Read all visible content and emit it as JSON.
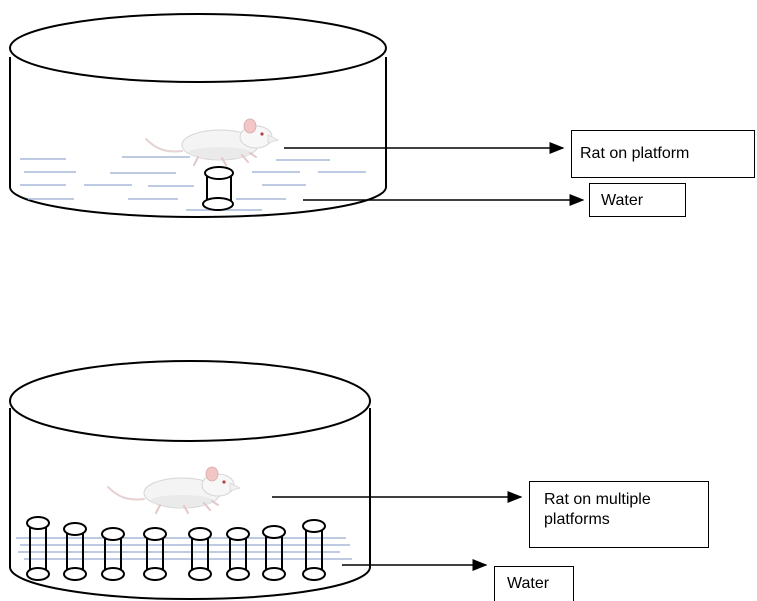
{
  "diagram": {
    "panels": [
      {
        "id": "single",
        "labels": {
          "rat": "Rat on platform",
          "water": "Water"
        }
      },
      {
        "id": "multiple",
        "labels": {
          "rat": "Rat on multiple platforms",
          "water": "Water"
        }
      }
    ],
    "colors": {
      "stroke": "#000000",
      "water_lines": "#a8b8d8",
      "rat_body": "#f4f4f4",
      "rat_shade": "#d9d9d9",
      "rat_ear": "#f2c6c6"
    }
  }
}
